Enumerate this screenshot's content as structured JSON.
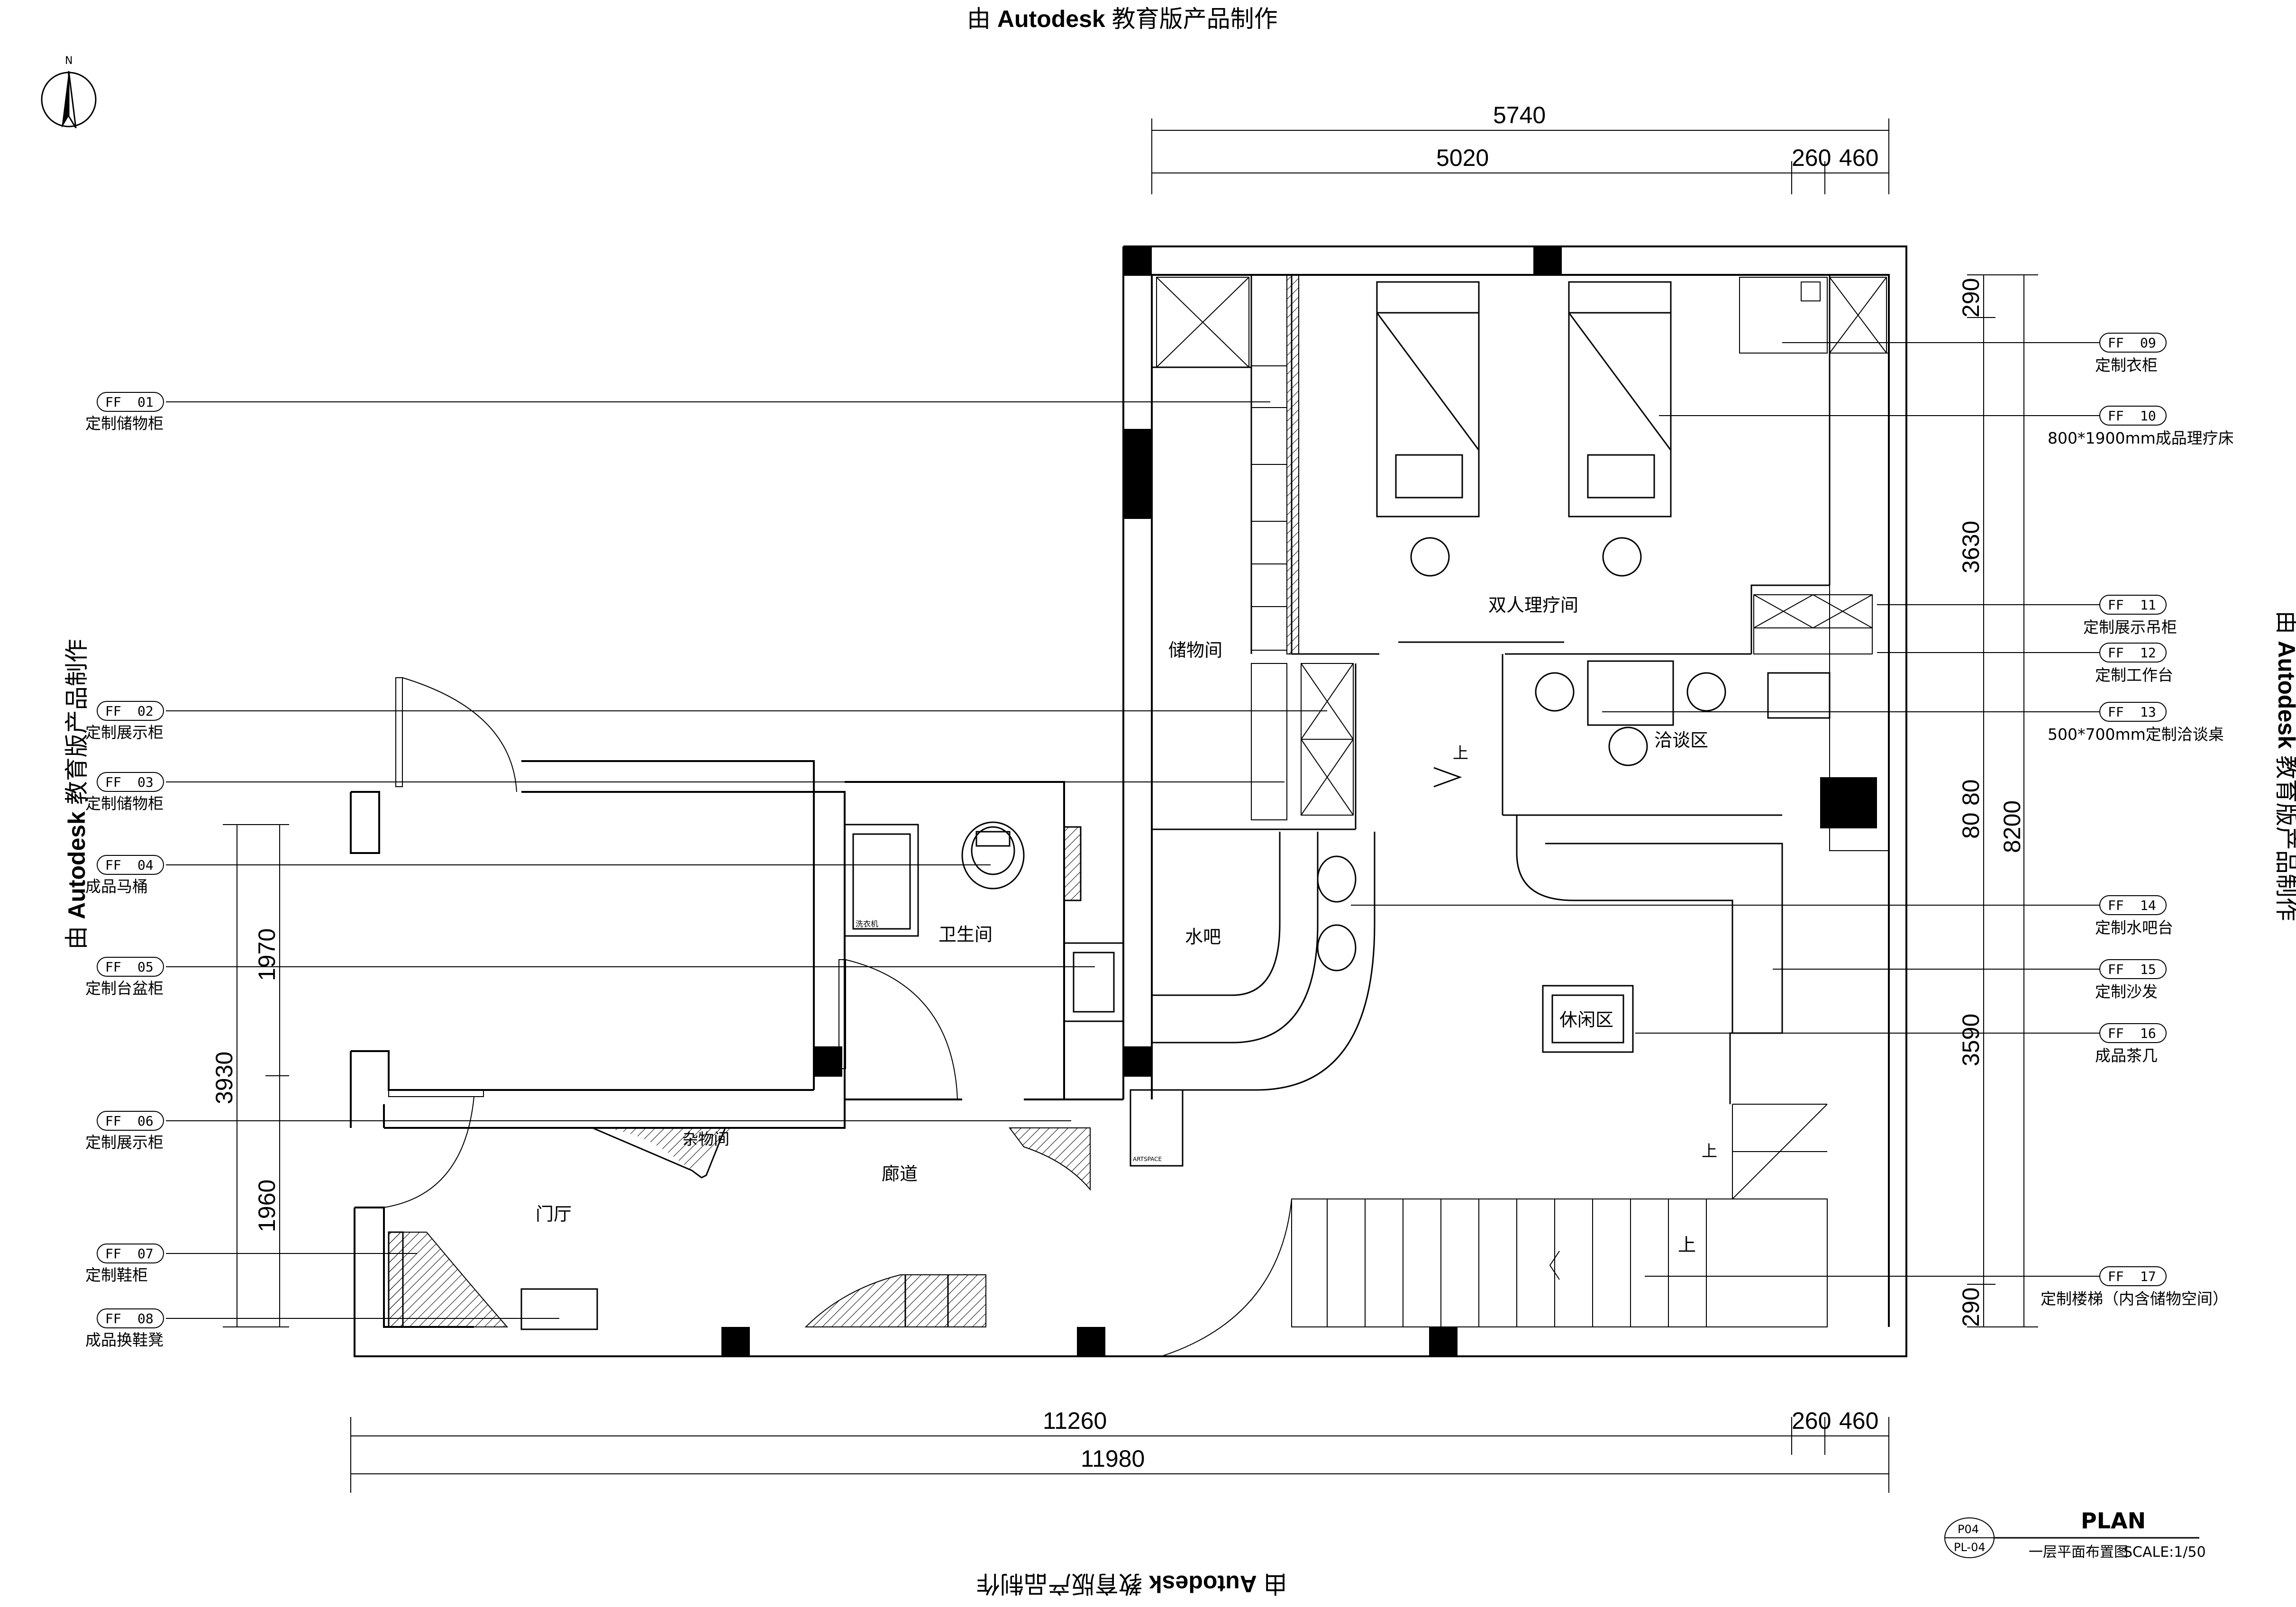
{
  "watermark": {
    "prefix": "由",
    "brand": "Autodesk",
    "suffix": "教育版产品制作"
  },
  "north": "N",
  "dimensions": {
    "top_total": "5740",
    "top_a": "5020",
    "top_b": "260",
    "top_c": "460",
    "bottom_a": "11260",
    "bottom_b": "260",
    "bottom_c": "460",
    "bottom_total": "11980",
    "right_a": "290",
    "right_b": "3630",
    "right_c": "80",
    "right_d": "80",
    "right_e": "3590",
    "right_f": "290",
    "right_total": "8200",
    "left_total": "3930",
    "left_a": "1970",
    "left_b": "1960"
  },
  "rooms": {
    "storage": "储物间",
    "double_treatment": "双人理疗间",
    "negotiation": "洽谈区",
    "water_bar": "水吧",
    "bathroom": "卫生间",
    "leisure": "休闲区",
    "utility": "杂物间",
    "corridor": "廊道",
    "foyer": "门厅",
    "washer": "洗衣机",
    "artspace": "ARTSPACE",
    "up": "上"
  },
  "left_labels": [
    {
      "code": "01",
      "text": "定制储物柜"
    },
    {
      "code": "02",
      "text": "定制展示柜"
    },
    {
      "code": "03",
      "text": "定制储物柜"
    },
    {
      "code": "04",
      "text": "成品马桶"
    },
    {
      "code": "05",
      "text": "定制台盆柜"
    },
    {
      "code": "06",
      "text": "定制展示柜"
    },
    {
      "code": "07",
      "text": "定制鞋柜"
    },
    {
      "code": "08",
      "text": "成品换鞋凳"
    }
  ],
  "right_labels": [
    {
      "code": "09",
      "text": "定制衣柜"
    },
    {
      "code": "10",
      "text": "800*1900mm成品理疗床"
    },
    {
      "code": "11",
      "text": "定制展示吊柜"
    },
    {
      "code": "12",
      "text": "定制工作台"
    },
    {
      "code": "13",
      "text": "500*700mm定制洽谈桌"
    },
    {
      "code": "14",
      "text": "定制水吧台"
    },
    {
      "code": "15",
      "text": "定制沙发"
    },
    {
      "code": "16",
      "text": "成品茶几"
    },
    {
      "code": "17",
      "text": "定制楼梯（内含储物空间）"
    }
  ],
  "ff_prefix": "FF",
  "title_block": {
    "title": "PLAN",
    "sheet": "P04",
    "code": "PL-04",
    "name": "一层平面布置图",
    "scale": "SCALE:1/50"
  }
}
